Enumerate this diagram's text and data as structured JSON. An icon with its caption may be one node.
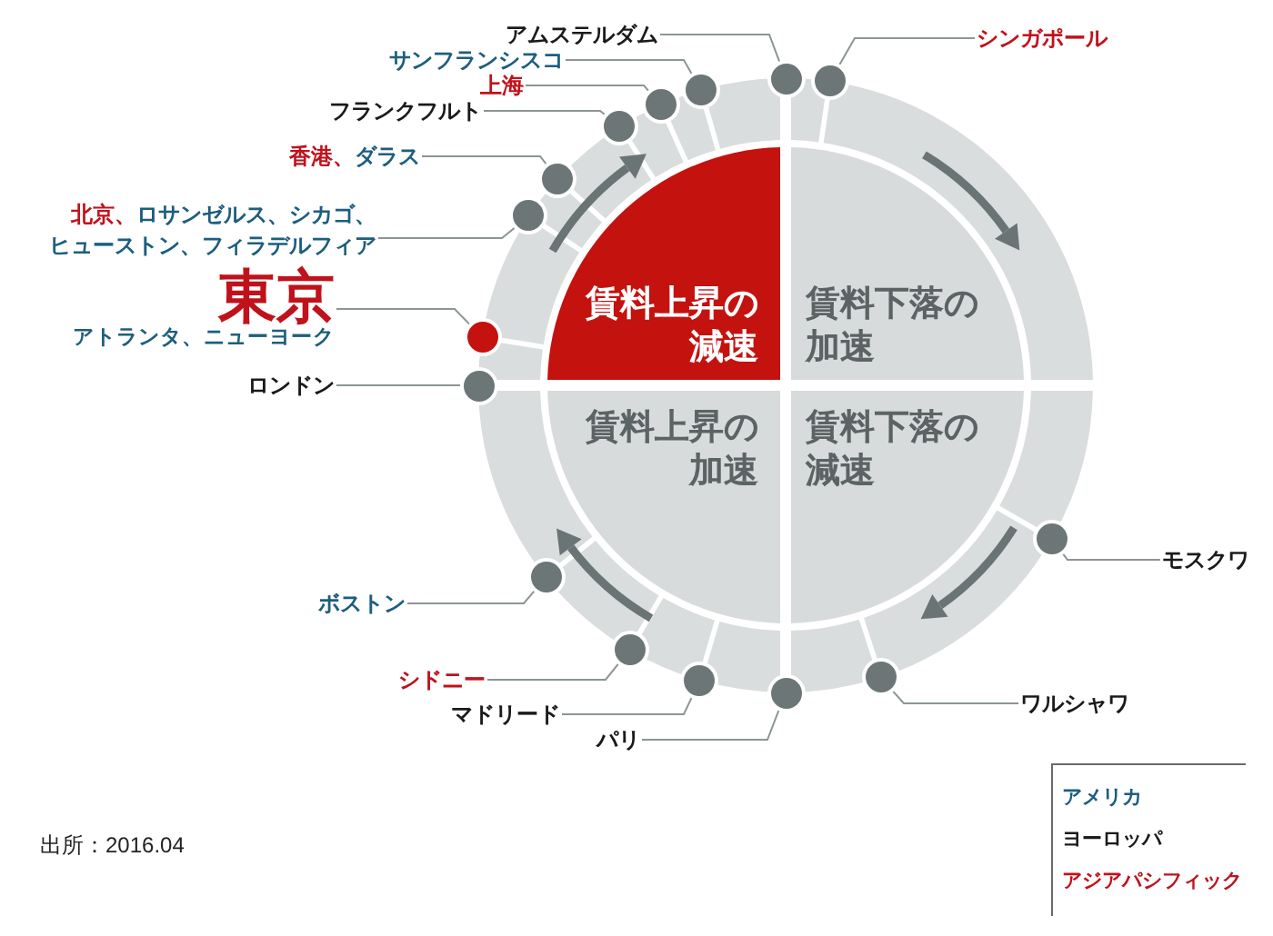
{
  "diagram": {
    "nodes": [
      {
        "text": [
          "アムステルダム"
        ]
      },
      {
        "text": [],
        "shape": "circle"
      },
      {
        "text": [
          "シンガポール"
        ]
      },
      {
        "text": [],
        "shape": "circle"
      },
      {
        "text": [
          "サンフランシスコ"
        ]
      },
      {
        "text": [],
        "shape": "circle"
      },
      {
        "text": [
          "上海"
        ]
      },
      {
        "text": [],
        "shape": "circle"
      },
      {
        "text": [
          "フランクフルト"
        ]
      },
      {
        "text": [],
        "shape": "circle"
      },
      {
        "text": [
          "香港、ダラス"
        ]
      },
      {
        "text": [],
        "shape": "circle"
      },
      {
        "text": [
          "北京、ロサンゼルス、シカゴ、ヒューストン、フィラデルフィア"
        ]
      },
      {
        "text": [],
        "shape": "circle"
      },
      {
        "text": [
          "東京",
          "アトランタ、ニューヨーク"
        ]
      },
      {
        "text": [],
        "shape": "circle"
      },
      {
        "text": [
          "ロンドン"
        ]
      },
      {
        "text": [],
        "shape": "circle"
      },
      {
        "text": [
          "賃料上昇の減速"
        ]
      },
      {
        "text": [
          "賃料下落の加速"
        ]
      },
      {
        "text": [
          "賃料上昇の加速"
        ]
      },
      {
        "text": [
          "賃料下落の減速"
        ]
      },
      {
        "text": [
          "モスクワ"
        ]
      },
      {
        "text": [],
        "shape": "circle"
      },
      {
        "text": [
          "ボストン"
        ]
      },
      {
        "text": [],
        "shape": "circle"
      },
      {
        "text": [
          "シドニー"
        ]
      },
      {
        "text": [],
        "shape": "circle"
      },
      {
        "text": [
          "マドリード"
        ]
      },
      {
        "text": [],
        "shape": "circle"
      },
      {
        "text": [
          "パリ"
        ]
      },
      {
        "text": [],
        "shape": "circle"
      },
      {
        "text": [
          "ワルシャワ"
        ]
      },
      {
        "text": [],
        "shape": "circle"
      }
    ],
    "edges": [
      {
        "from": 0,
        "to": 1,
        "arrow": "none"
      },
      {
        "from": 2,
        "to": 3,
        "arrow": "none"
      },
      {
        "from": 4,
        "to": 5,
        "arrow": "none"
      },
      {
        "from": 6,
        "to": 7,
        "arrow": "none"
      },
      {
        "from": 8,
        "to": 9,
        "arrow": "none"
      },
      {
        "from": 10,
        "to": 11,
        "arrow": "none"
      },
      {
        "from": 12,
        "to": 13,
        "arrow": "none"
      },
      {
        "from": 14,
        "to": 15,
        "arrow": "none"
      },
      {
        "from": 16,
        "to": 17,
        "arrow": "none"
      },
      {
        "from": 22,
        "to": 23,
        "arrow": "none"
      },
      {
        "from": 24,
        "to": 25,
        "arrow": "none"
      },
      {
        "from": 26,
        "to": 27,
        "arrow": "none"
      },
      {
        "from": 28,
        "to": 29,
        "arrow": "none"
      },
      {
        "from": 30,
        "to": 31,
        "arrow": "none"
      },
      {
        "from": 32,
        "to": 33,
        "arrow": "none"
      }
    ],
    "labels": [
      "出所：2016.04"
    ],
    "legend": [
      {
        "text": "アメリカ",
        "color": "#1d5e7e"
      },
      {
        "text": "ヨーロッパ",
        "color": "#1a1a1a"
      },
      {
        "text": "アジアパシフィック",
        "color": "#c0121b"
      }
    ]
  }
}
